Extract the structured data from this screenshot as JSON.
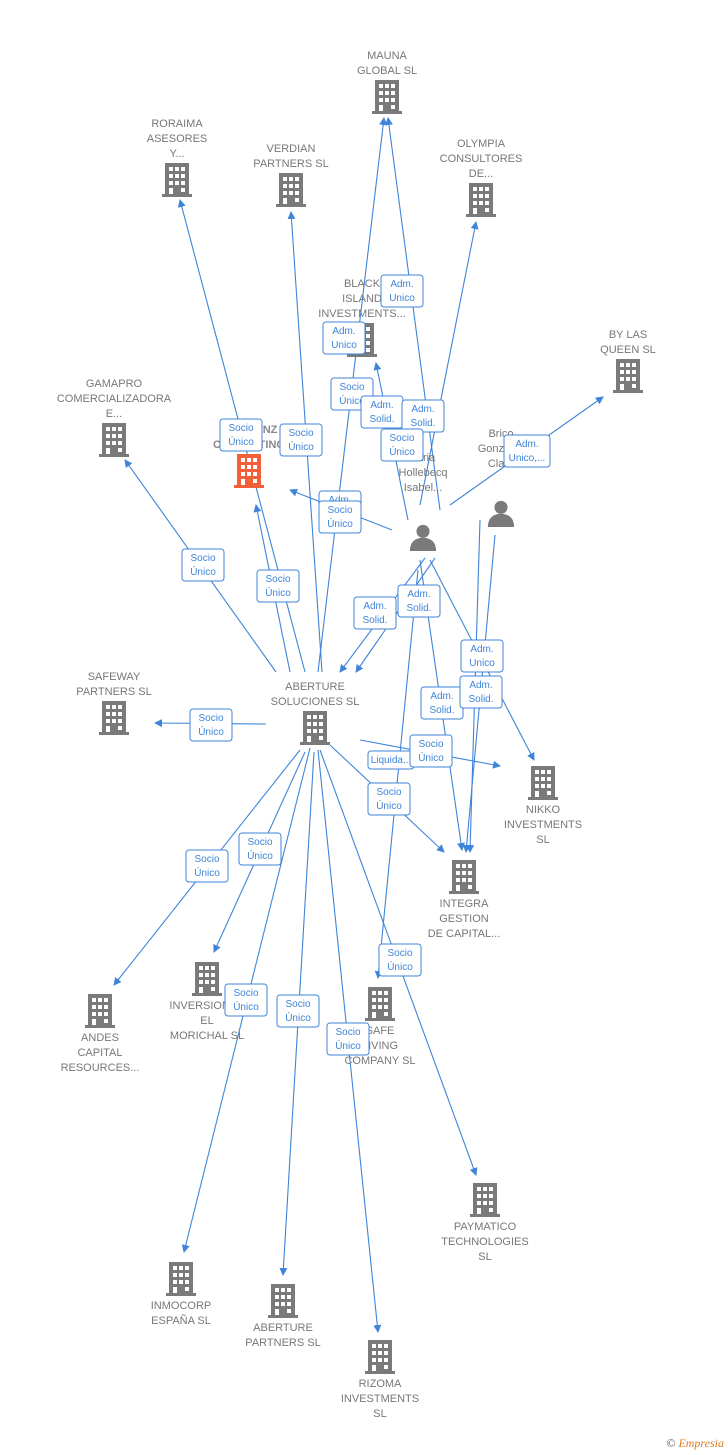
{
  "colors": {
    "building": "#7a7a7a",
    "highlight": "#f2603a",
    "person": "#7a7a7a",
    "edge": "#3f84d8"
  },
  "nodes": [
    {
      "id": "mauna",
      "kind": "building",
      "lines": [
        "MAUNA",
        "GLOBAL  SL"
      ]
    },
    {
      "id": "roraima",
      "kind": "building",
      "lines": [
        "RORAIMA",
        "ASESORES",
        "Y..."
      ]
    },
    {
      "id": "verdian",
      "kind": "building",
      "lines": [
        "VERDIAN",
        "PARTNERS  SL"
      ]
    },
    {
      "id": "olympia",
      "kind": "building",
      "lines": [
        "OLYMPIA",
        "CONSULTORES",
        "DE..."
      ]
    },
    {
      "id": "black",
      "kind": "building",
      "lines": [
        "BLACK",
        "ISLAND",
        "INVESTMENTS..."
      ]
    },
    {
      "id": "bylas",
      "kind": "building",
      "lines": [
        "BY LAS",
        "QUEEN  SL"
      ]
    },
    {
      "id": "gamapro",
      "kind": "building",
      "lines": [
        "GAMAPRO",
        "COMERCIALIZADORA",
        "E..."
      ]
    },
    {
      "id": "larquinz",
      "kind": "building",
      "highlight": true,
      "lines": [
        "LARQUINZ",
        "CONSULTING"
      ]
    },
    {
      "id": "laria",
      "kind": "person",
      "lines": [
        "Laria",
        "Hollebecq",
        "Isabel..."
      ]
    },
    {
      "id": "brico",
      "kind": "person",
      "lines": [
        "Brico",
        "Gonzalez",
        "Clara"
      ]
    },
    {
      "id": "safeway",
      "kind": "building",
      "lines": [
        "SAFEWAY",
        "PARTNERS  SL"
      ]
    },
    {
      "id": "aberture",
      "kind": "building",
      "lines": [
        "ABERTURE",
        "SOLUCIONES SL"
      ]
    },
    {
      "id": "nikko",
      "kind": "building",
      "lines": [
        "NIKKO",
        "INVESTMENTS",
        "SL"
      ]
    },
    {
      "id": "integra",
      "kind": "building",
      "lines": [
        "INTEGRA",
        "GESTION",
        "DE CAPITAL..."
      ]
    },
    {
      "id": "andes",
      "kind": "building",
      "lines": [
        "ANDES",
        "CAPITAL",
        "RESOURCES..."
      ]
    },
    {
      "id": "inversiones",
      "kind": "building",
      "lines": [
        "INVERSIONES",
        "EL",
        "MORICHAL  SL"
      ]
    },
    {
      "id": "safe",
      "kind": "building",
      "lines": [
        "SAFE",
        "LIVING",
        "COMPANY SL"
      ]
    },
    {
      "id": "paymatico",
      "kind": "building",
      "lines": [
        "PAYMATICO",
        "TECHNOLOGIES",
        "SL"
      ]
    },
    {
      "id": "inmocorp",
      "kind": "building",
      "lines": [
        "INMOCORP",
        "ESPAÑA  SL"
      ]
    },
    {
      "id": "abpartners",
      "kind": "building",
      "lines": [
        "ABERTURE",
        "PARTNERS SL"
      ]
    },
    {
      "id": "rizoma",
      "kind": "building",
      "lines": [
        "RIZOMA",
        "INVESTMENTS",
        "SL"
      ]
    }
  ],
  "edge_labels": [
    {
      "lines": [
        "Adm.",
        "Unico"
      ]
    },
    {
      "lines": [
        "Adm.",
        "Unico"
      ]
    },
    {
      "lines": [
        "Socio",
        "Único"
      ]
    },
    {
      "lines": [
        "Adm.",
        "Solid."
      ]
    },
    {
      "lines": [
        "Adm.",
        "Solid."
      ]
    },
    {
      "lines": [
        "Socio",
        "Único"
      ]
    },
    {
      "lines": [
        "Socio",
        "Único"
      ]
    },
    {
      "lines": [
        "Socio",
        "Único"
      ]
    },
    {
      "lines": [
        "Adm.",
        "Unico,..."
      ]
    },
    {
      "lines": [
        "Adm.",
        "Unico"
      ]
    },
    {
      "lines": [
        "Socio",
        "Único"
      ]
    },
    {
      "lines": [
        "Socio",
        "Único"
      ]
    },
    {
      "lines": [
        "Adm.",
        "Solid."
      ]
    },
    {
      "lines": [
        "Adm.",
        "Solid."
      ]
    },
    {
      "lines": [
        "Adm.",
        "Unico"
      ]
    },
    {
      "lines": [
        "Adm.",
        "Solid."
      ]
    },
    {
      "lines": [
        "Adm.",
        "Solid."
      ]
    },
    {
      "lines": [
        "Socio",
        "Único"
      ]
    },
    {
      "lines": [
        "Liquida..."
      ]
    },
    {
      "lines": [
        "Socio",
        "Único"
      ]
    },
    {
      "lines": [
        "Socio",
        "Único"
      ]
    },
    {
      "lines": [
        "Socio",
        "Único"
      ]
    },
    {
      "lines": [
        "Socio",
        "Único"
      ]
    },
    {
      "lines": [
        "Socio",
        "Único"
      ]
    },
    {
      "lines": [
        "Socio",
        "Único"
      ]
    },
    {
      "lines": [
        "Socio",
        "Único"
      ]
    },
    {
      "lines": [
        "Socio",
        "Único"
      ]
    },
    {
      "lines": [
        "Socio",
        "Único"
      ]
    }
  ],
  "footer": {
    "copyright": "©",
    "brand": "Empresia"
  }
}
